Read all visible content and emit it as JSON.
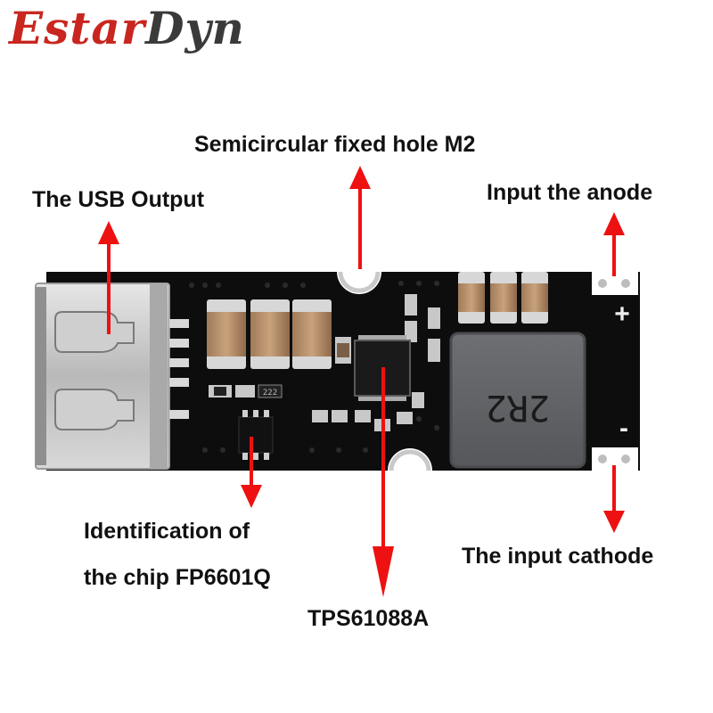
{
  "logo": {
    "part1": "Estar",
    "part2": "Dyn"
  },
  "labels": {
    "usb_output": "The USB Output",
    "mount_hole": "Semicircular fixed hole M2",
    "input_anode": "Input the anode",
    "input_cathode": "The input cathode",
    "chip_id_line1": "Identification of",
    "chip_id_line2": "the chip FP6601Q",
    "main_chip": "TPS61088A"
  },
  "board": {
    "inductor_marking": "2R2",
    "plus_sign": "+",
    "minus_sign": "-",
    "smd_code": "222"
  },
  "colors": {
    "arrow": "#ee1111",
    "pcb": "#0d0d0d",
    "brand_red": "#c8261f",
    "brand_gray": "#3a3a3a"
  }
}
